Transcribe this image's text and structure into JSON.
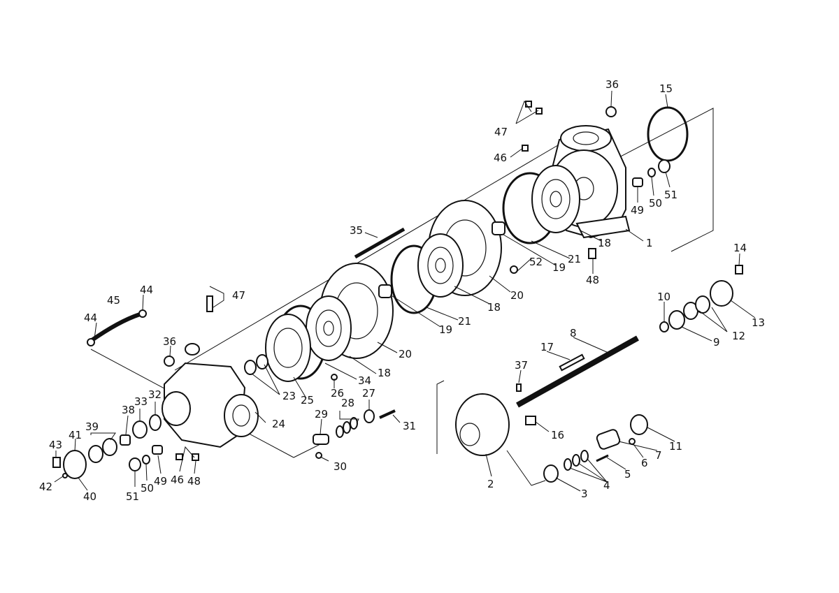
{
  "colors": {
    "ink": "#111111",
    "paper": "#ffffff"
  },
  "callouts": [
    {
      "id": "c1",
      "text": "1"
    },
    {
      "id": "c2",
      "text": "2"
    },
    {
      "id": "c3",
      "text": "3"
    },
    {
      "id": "c4",
      "text": "4"
    },
    {
      "id": "c5",
      "text": "5"
    },
    {
      "id": "c6",
      "text": "6"
    },
    {
      "id": "c7",
      "text": "7"
    },
    {
      "id": "c8",
      "text": "8"
    },
    {
      "id": "c9",
      "text": "9"
    },
    {
      "id": "c10",
      "text": "10"
    },
    {
      "id": "c11",
      "text": "11"
    },
    {
      "id": "c12",
      "text": "12"
    },
    {
      "id": "c13",
      "text": "13"
    },
    {
      "id": "c14",
      "text": "14"
    },
    {
      "id": "c15",
      "text": "15"
    },
    {
      "id": "c16",
      "text": "16"
    },
    {
      "id": "c17",
      "text": "17"
    },
    {
      "id": "c18a",
      "text": "18"
    },
    {
      "id": "c18b",
      "text": "18"
    },
    {
      "id": "c18c",
      "text": "18"
    },
    {
      "id": "c19a",
      "text": "19"
    },
    {
      "id": "c19b",
      "text": "19"
    },
    {
      "id": "c20a",
      "text": "20"
    },
    {
      "id": "c20b",
      "text": "20"
    },
    {
      "id": "c21a",
      "text": "21"
    },
    {
      "id": "c21b",
      "text": "21"
    },
    {
      "id": "c23",
      "text": "23"
    },
    {
      "id": "c24",
      "text": "24"
    },
    {
      "id": "c25",
      "text": "25"
    },
    {
      "id": "c26",
      "text": "26"
    },
    {
      "id": "c27",
      "text": "27"
    },
    {
      "id": "c28",
      "text": "28"
    },
    {
      "id": "c29",
      "text": "29"
    },
    {
      "id": "c30",
      "text": "30"
    },
    {
      "id": "c31",
      "text": "31"
    },
    {
      "id": "c32",
      "text": "32"
    },
    {
      "id": "c33",
      "text": "33"
    },
    {
      "id": "c34",
      "text": "34"
    },
    {
      "id": "c35",
      "text": "35"
    },
    {
      "id": "c36a",
      "text": "36"
    },
    {
      "id": "c36b",
      "text": "36"
    },
    {
      "id": "c37",
      "text": "37"
    },
    {
      "id": "c38",
      "text": "38"
    },
    {
      "id": "c39",
      "text": "39"
    },
    {
      "id": "c40",
      "text": "40"
    },
    {
      "id": "c41",
      "text": "41"
    },
    {
      "id": "c42",
      "text": "42"
    },
    {
      "id": "c43",
      "text": "43"
    },
    {
      "id": "c44a",
      "text": "44"
    },
    {
      "id": "c44b",
      "text": "44"
    },
    {
      "id": "c45",
      "text": "45"
    },
    {
      "id": "c46a",
      "text": "46"
    },
    {
      "id": "c46b",
      "text": "46"
    },
    {
      "id": "c47a",
      "text": "47"
    },
    {
      "id": "c47b",
      "text": "47"
    },
    {
      "id": "c48a",
      "text": "48"
    },
    {
      "id": "c48b",
      "text": "48"
    },
    {
      "id": "c49a",
      "text": "49"
    },
    {
      "id": "c49b",
      "text": "49"
    },
    {
      "id": "c50a",
      "text": "50"
    },
    {
      "id": "c50b",
      "text": "50"
    },
    {
      "id": "c51a",
      "text": "51"
    },
    {
      "id": "c51b",
      "text": "51"
    },
    {
      "id": "c52",
      "text": "52"
    }
  ]
}
